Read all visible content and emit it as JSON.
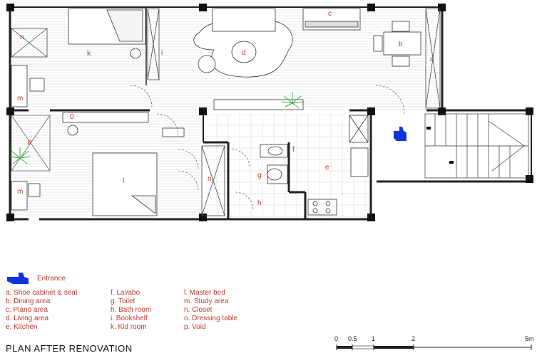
{
  "title": "PLAN AFTER RENOVATION",
  "entrance_label": "Entrance",
  "colors": {
    "label": "#c0392b",
    "entrance": "#1133dd",
    "plant": "#3cb043",
    "wall": "#1a1a1a"
  },
  "rooms": {
    "a": "a",
    "b": "b",
    "c": "c",
    "d": "d",
    "e": "e",
    "f": "f",
    "g": "g",
    "h": "h",
    "i": "i",
    "k": "k",
    "l": "l",
    "m": "m",
    "n": "n",
    "o": "0",
    "p": "p"
  },
  "legend": [
    [
      "a. Shoe cabinet & seat",
      "b. Dining area",
      "c. Piano area",
      "d. Living area",
      "e. Kitchen"
    ],
    [
      "f. Lavabo",
      "g. Toilet",
      "h. Bath room",
      "i. Bookshelf",
      "k. Kid room"
    ],
    [
      "l. Master bed",
      "m. Study area",
      "n. Closet",
      "o. Dressing table",
      "p. Void"
    ]
  ],
  "scale": {
    "ticks": [
      "0",
      "0.5",
      "1",
      "2",
      "5m"
    ]
  },
  "icons": [
    "entrance-hand-icon",
    "plant-icon",
    "piano-icon",
    "bed-icon",
    "sofa-icon"
  ]
}
